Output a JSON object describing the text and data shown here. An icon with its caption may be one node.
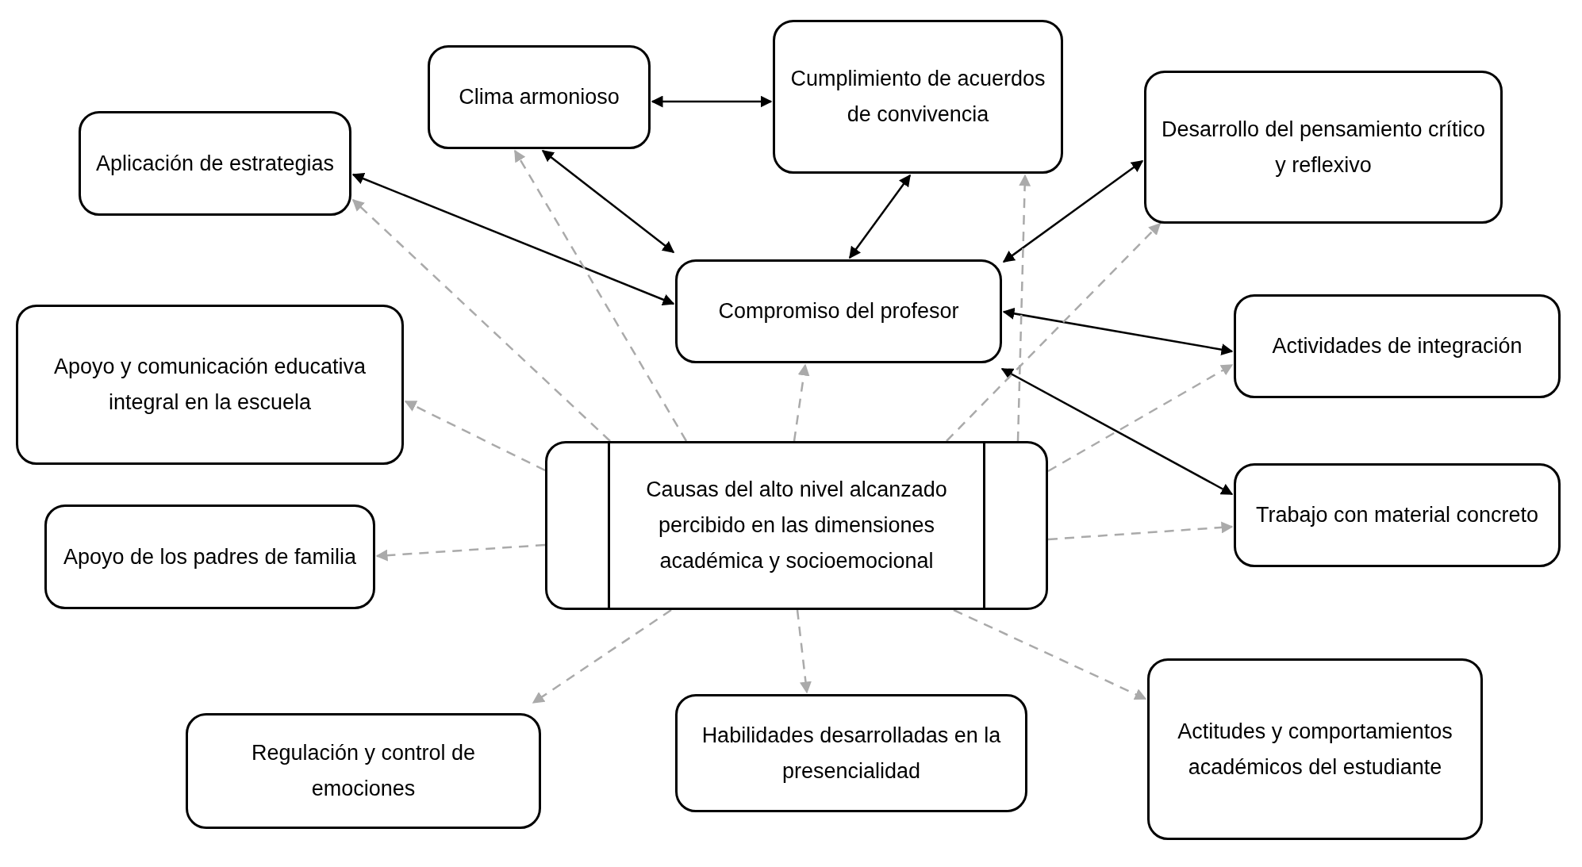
{
  "diagram": {
    "nodes": [
      {
        "text": [
          "Clima armonioso"
        ]
      },
      {
        "text": [
          "Cumplimiento de acuerdos de convivencia"
        ]
      },
      {
        "text": [
          "Aplicación de estrategias"
        ]
      },
      {
        "text": [
          "Desarrollo del pensamiento crítico y reflexivo"
        ]
      },
      {
        "text": [
          "Compromiso del profesor"
        ]
      },
      {
        "text": [
          "Apoyo y comunicación educativa integral en la escuela"
        ]
      },
      {
        "text": [
          "Actividades de integración"
        ]
      },
      {
        "text": [
          "Causas del alto nivel alcanzado percibido en las dimensiones académica y socioemocional"
        ]
      },
      {
        "text": [
          "Trabajo con material concreto"
        ]
      },
      {
        "text": [
          "Apoyo de los padres de familia"
        ]
      },
      {
        "text": [
          "Regulación y control de emociones"
        ]
      },
      {
        "text": [
          "Habilidades desarrolladas en la presencialidad"
        ]
      },
      {
        "text": [
          "Actitudes y comportamientos académicos del estudiante"
        ]
      }
    ],
    "edges": [
      {
        "from": 0,
        "to": 1,
        "arrow": "both",
        "color": "#000000"
      },
      {
        "from": 0,
        "to": 4,
        "arrow": "both",
        "color": "#000000"
      },
      {
        "from": 2,
        "to": 4,
        "arrow": "both",
        "color": "#000000"
      },
      {
        "from": 1,
        "to": 4,
        "arrow": "both",
        "color": "#000000"
      },
      {
        "from": 3,
        "to": 4,
        "arrow": "both",
        "color": "#000000"
      },
      {
        "from": 4,
        "to": 6,
        "arrow": "both",
        "color": "#000000"
      },
      {
        "from": 4,
        "to": 8,
        "arrow": "both",
        "color": "#000000"
      },
      {
        "from": 7,
        "to": 0,
        "arrow": "to",
        "style": "dashed",
        "color": "#aaaaaa"
      },
      {
        "from": 7,
        "to": 1,
        "arrow": "to",
        "style": "dashed",
        "color": "#aaaaaa"
      },
      {
        "from": 7,
        "to": 2,
        "arrow": "to",
        "style": "dashed",
        "color": "#aaaaaa"
      },
      {
        "from": 7,
        "to": 3,
        "arrow": "to",
        "style": "dashed",
        "color": "#aaaaaa"
      },
      {
        "from": 7,
        "to": 4,
        "arrow": "to",
        "style": "dashed",
        "color": "#aaaaaa"
      },
      {
        "from": 7,
        "to": 5,
        "arrow": "to",
        "style": "dashed",
        "color": "#aaaaaa"
      },
      {
        "from": 7,
        "to": 6,
        "arrow": "to",
        "style": "dashed",
        "color": "#aaaaaa"
      },
      {
        "from": 7,
        "to": 8,
        "arrow": "to",
        "style": "dashed",
        "color": "#aaaaaa"
      },
      {
        "from": 7,
        "to": 9,
        "arrow": "to",
        "style": "dashed",
        "color": "#aaaaaa"
      },
      {
        "from": 7,
        "to": 10,
        "arrow": "to",
        "style": "dashed",
        "color": "#aaaaaa"
      },
      {
        "from": 7,
        "to": 11,
        "arrow": "to",
        "style": "dashed",
        "color": "#aaaaaa"
      },
      {
        "from": 7,
        "to": 12,
        "arrow": "to",
        "style": "dashed",
        "color": "#aaaaaa"
      }
    ]
  }
}
